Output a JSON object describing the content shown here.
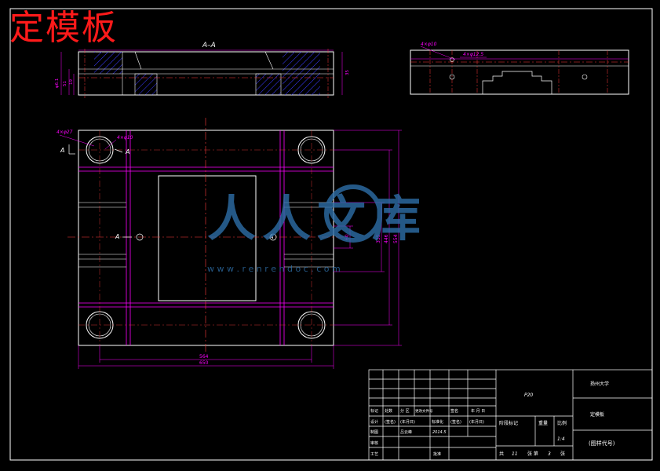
{
  "drawing": {
    "title": "定模板",
    "section_label": "A–A",
    "watermark_brand": "人人文库",
    "watermark_url": "w w w . r e n r e n d o c . c o m",
    "colors": {
      "background": "#000000",
      "outline": "#ffffff",
      "dimension": "#ff00ff",
      "centerline": "#ff3b3b",
      "hatch": "#3a3aff",
      "title_red": "#ff1a1a",
      "watermark": "#2e6fa8"
    },
    "section_view": {
      "dims": [
        "φ6.1",
        "51",
        "19",
        "35"
      ]
    },
    "side_view": {
      "dims": [
        "4×φ10",
        "4×φ12.5"
      ]
    },
    "plan_view": {
      "labels": {
        "hole1": "4×φ27",
        "hole2": "4×φ10",
        "section_mark_top": "A",
        "section_mark_top2": "A",
        "section_mark_left": "A",
        "section_mark_right": "A"
      },
      "dim_horizontal": [
        "564",
        "650"
      ],
      "dim_vertical": [
        "60",
        "335",
        "446",
        "554"
      ]
    },
    "title_block": {
      "part_code": "P20",
      "school": "扬州大学",
      "drawing_name": "定模板",
      "drawing_no": "(图样代号)",
      "scale": "1:4",
      "rows": {
        "r1": [
          "标记",
          "处数",
          "分 区",
          "更改文件号",
          "签名",
          "年 月 日"
        ],
        "r2": [
          "设计",
          "(签名)",
          "(年月日)",
          "标准化",
          "(签名)",
          "(年月日)"
        ],
        "r3": [
          "制图",
          "吕云峰",
          "2014.5"
        ],
        "r4": [
          "审核"
        ],
        "r5": [
          "工艺",
          "",
          "批准"
        ]
      },
      "stage_label": "阶段标记",
      "weight_label": "重量",
      "scale_label": "比例",
      "sheet_total_label": "共",
      "sheet_total": "11",
      "sheet_label": "张 第",
      "sheet_no": "3",
      "sheet_suffix": "张"
    }
  }
}
